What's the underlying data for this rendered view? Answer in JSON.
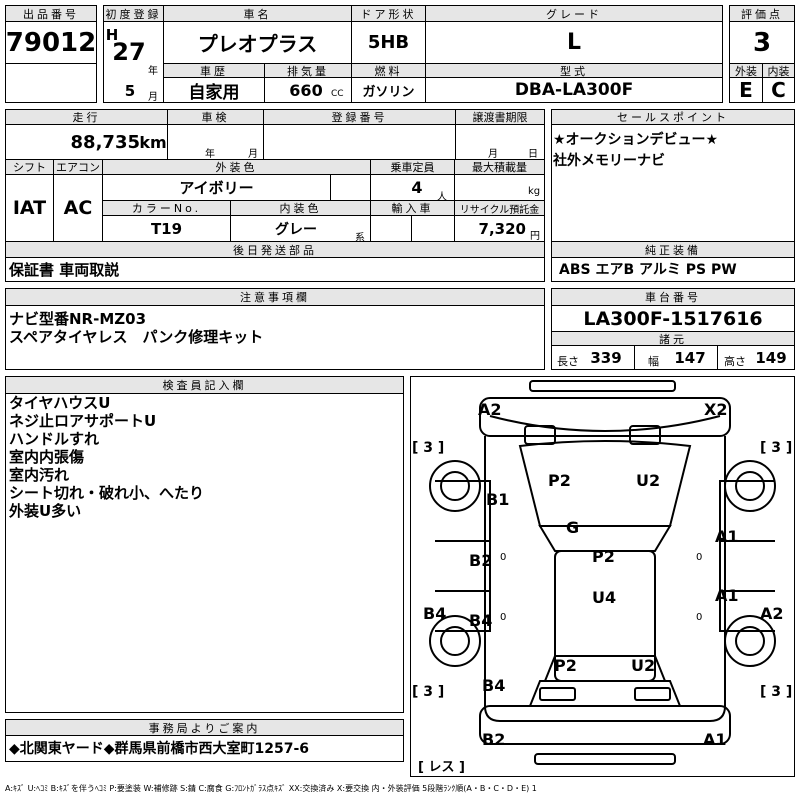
{
  "header": {
    "lot_label": "出品番号",
    "lot_number": "79012",
    "first_reg_label": "初度登録",
    "era": "H",
    "year": "27",
    "year_unit": "年",
    "month": "5",
    "month_unit": "月",
    "car_name_label": "車名",
    "car_name": "プレオプラス",
    "door_label": "ドア形状",
    "door": "5HB",
    "grade_label": "グレード",
    "grade": "L",
    "score_label": "評価点",
    "score": "3",
    "history_label": "車歴",
    "history": "自家用",
    "displacement_label": "排気量",
    "displacement": "660",
    "cc": "CC",
    "fuel_label": "燃料",
    "fuel": "ガソリン",
    "model_label": "型式",
    "model": "DBA-LA300F",
    "exterior_label": "外装",
    "exterior": "E",
    "interior_label": "内装",
    "interior": "C"
  },
  "specs": {
    "mileage_label": "走行",
    "mileage": "88,735",
    "km": "km",
    "inspection_label": "車検",
    "year_unit": "年",
    "month_unit": "月",
    "reg_label": "登録番号",
    "transfer_label": "譲渡書期限",
    "transfer_month": "月",
    "transfer_day": "日",
    "shift_label": "シフト",
    "shift": "IAT",
    "ac_label": "エアコン",
    "ac": "AC",
    "ext_color_label": "外装色",
    "ext_color": "アイボリー",
    "capacity_label": "乗車定員",
    "capacity": "4",
    "person_unit": "人",
    "load_label": "最大積載量",
    "kg": "kg",
    "color_no_label": "カラーNo.",
    "color_no": "T19",
    "int_color_label": "内装色",
    "int_color": "グレー",
    "int_color_unit": "系",
    "import_label": "輸入車",
    "recycle_label": "リサイクル預託金",
    "recycle": "7,320",
    "yen": "円"
  },
  "sales_point": {
    "label": "セールスポイント",
    "lines": [
      "★オークションデビュー★",
      "社外メモリーナビ"
    ]
  },
  "later_parts": {
    "label": "後日発送部品",
    "value": "保証書 車両取説"
  },
  "equipment": {
    "label": "純正装備",
    "value": "ABS エアB アルミ PS PW"
  },
  "notes": {
    "label": "注意事項欄",
    "lines": [
      "ナビ型番NR-MZ03",
      "スペアタイヤレス　パンク修理キット"
    ]
  },
  "chassis": {
    "label": "車台番号",
    "value": "LA300F-1517616",
    "dims_label": "諸元",
    "length_label": "長さ",
    "length": "339",
    "width_label": "幅",
    "width": "147",
    "height_label": "高さ",
    "height": "149"
  },
  "inspector": {
    "label": "検査員記入欄",
    "lines": [
      "タイヤハウスU",
      "ネジ止ロアサポートU",
      "ハンドルすれ",
      "室内内張傷",
      "室内汚れ",
      "シート切れ・破れ小、へたり",
      "外装U多い"
    ]
  },
  "diagram": {
    "marks": [
      "A2",
      "X2",
      "P2",
      "U2",
      "B1",
      "G",
      "A1",
      "B2",
      "P2",
      "U4",
      "A1",
      "B4",
      "A2",
      "B4",
      "P2",
      "U2",
      "B4",
      "B2",
      "A1"
    ],
    "tires": [
      "[ 3 ]",
      "[ 3 ]",
      "[ 3 ]",
      "[ 3 ]"
    ],
    "small_zeros": [
      "0",
      "0",
      "0",
      "0"
    ],
    "spare": "[ レス ]"
  },
  "office": {
    "label": "事務局よりご案内",
    "value": "◆北関東ヤード◆群馬県前橋市西大室町1257-6"
  },
  "legend": "A:ｷｽﾞ U:ﾍｺﾐ B:ｷｽﾞを伴うﾍｺﾐ P:要塗装 W:補修跡 S:錆 C:腐食 G:ﾌﾛﾝﾄｶﾞﾗｽ点ｷｽﾞ XX:交換済み X:要交換 内・外装評価 5段階ﾗﾝｸ順(A・B・C・D・E) 1"
}
